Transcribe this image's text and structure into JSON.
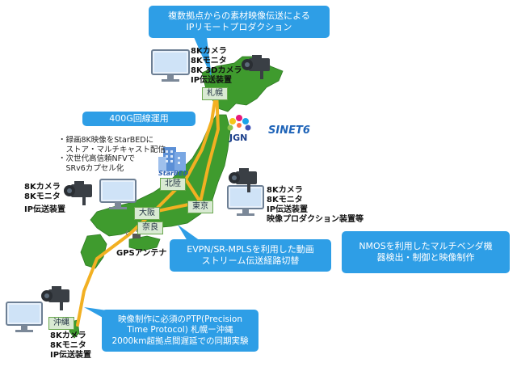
{
  "callouts": {
    "top": {
      "lines": [
        "複数拠点からの素材映像伝送による",
        "IPリモートプロダクション"
      ]
    },
    "g400": {
      "lines": [
        "400G回線運用"
      ]
    },
    "evpn": {
      "lines": [
        "EVPN/SR-MPLSを利用した動画",
        "ストリーム伝送経路切替"
      ]
    },
    "nmos": {
      "lines": [
        "NMOSを利用したマルチベンダ機",
        "器検出・制御と映像制作"
      ]
    },
    "ptp": {
      "lines": [
        "映像制作に必須のPTP(Precision",
        "Time Protocol) 札幌ー沖縄",
        "2000km超拠点間遅延での同期実験"
      ]
    }
  },
  "sites": {
    "sapporo": {
      "lines": [
        "8Kカメラ",
        "8Kモニタ",
        "8K 3Dカメラ",
        "IP伝送装置"
      ]
    },
    "tokyo": {
      "lines": [
        "8Kカメラ",
        "8Kモニタ",
        "IP伝送装置",
        "映像プロダクション装置等"
      ]
    },
    "west": {
      "lines": [
        "8Kカメラ",
        "8Kモニタ",
        "IP伝送装置"
      ]
    },
    "okinawa": {
      "lines": [
        "8Kカメラ",
        "8Kモニタ",
        "IP伝送装置"
      ]
    }
  },
  "cities": {
    "sapporo": "札幌",
    "hokuriku": "北陸",
    "tokyo": "東京",
    "osaka": "大阪",
    "nara": "奈良",
    "okinawa": "沖縄"
  },
  "notes": {
    "lines": [
      "・録画8K映像をStarBEDに",
      "　ストア・マルチキャスト配信",
      "・次世代高信頼NFVで",
      "　SRv6カプセル化"
    ]
  },
  "gps": "GPSアンテナ",
  "logos": {
    "jgn": "JGN",
    "sinet": "SINET6",
    "starbed": "StarBED"
  },
  "colors": {
    "callout": "#2e9ee6",
    "route": "#f2b022",
    "land": "#3f9b2e",
    "city_bg": "#d9ead3"
  },
  "icons": [
    "monitor-icon",
    "video-camera-icon",
    "gps-antenna-icon",
    "jgn-logo-icon",
    "starbed-building-icon"
  ]
}
